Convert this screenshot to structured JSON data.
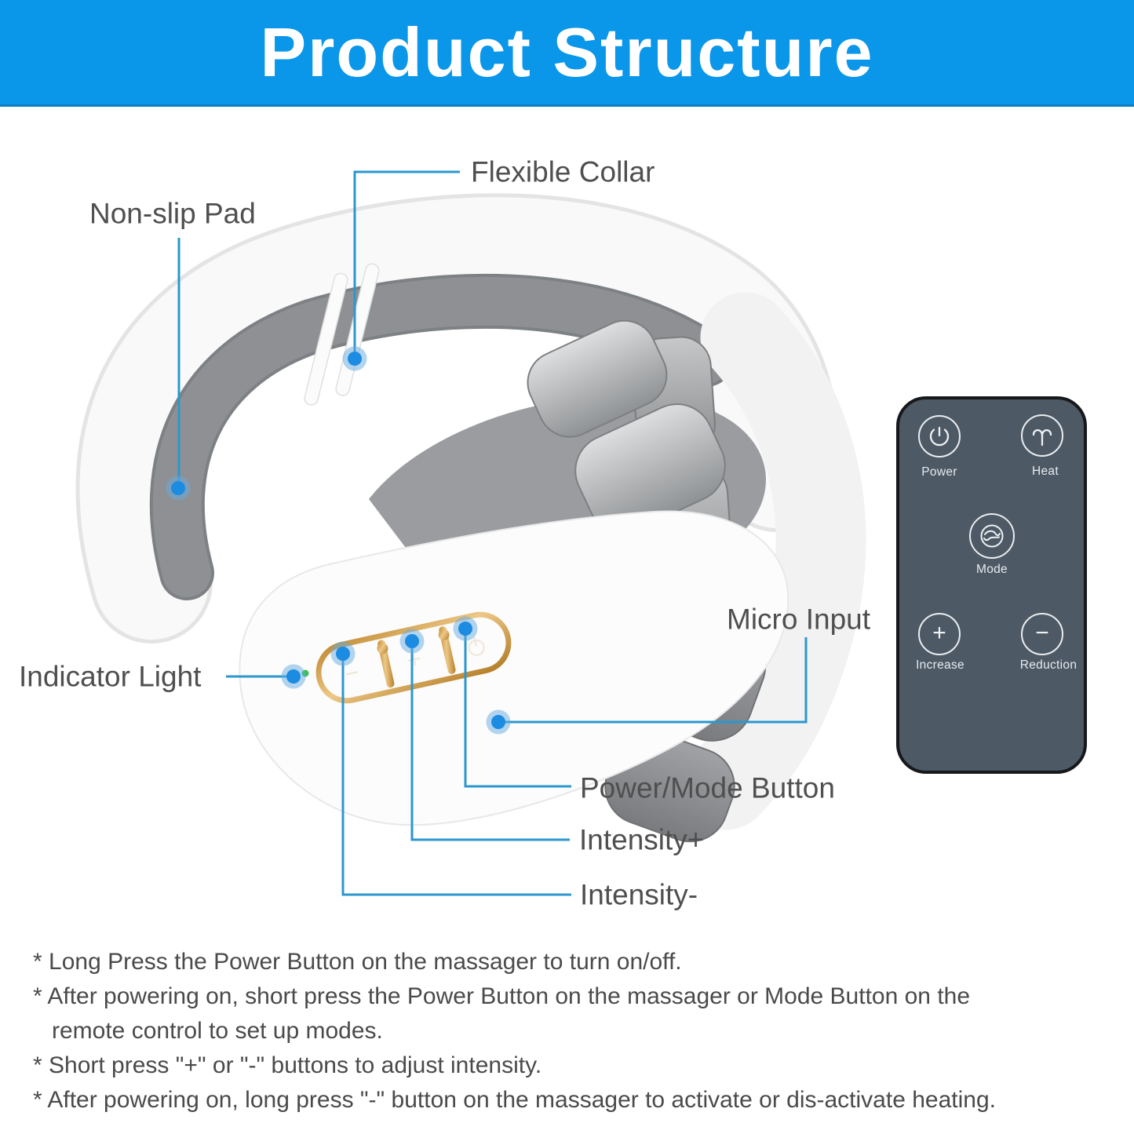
{
  "header": {
    "title": "Product Structure",
    "bg_color": "#0a96e9"
  },
  "labels": {
    "flexible_collar": "Flexible Collar",
    "non_slip_pad": "Non-slip Pad",
    "indicator_light": "Indicator Light",
    "micro_input": "Micro Input",
    "power_mode_button": "Power/Mode Button",
    "intensity_plus": "Intensity+",
    "intensity_minus": "Intensity-"
  },
  "device": {
    "panel_symbols": {
      "minus": "−",
      "plus": "+",
      "power": "power-glyph"
    },
    "indicator_color": "#3bc052",
    "gold_color": "#c08a33"
  },
  "remote": {
    "body_color": "#4d5965",
    "buttons": [
      {
        "name": "power",
        "label": "Power",
        "icon": "power-icon"
      },
      {
        "name": "heat",
        "label": "Heat",
        "icon": "heat-icon"
      },
      {
        "name": "mode",
        "label": "Mode",
        "icon": "mode-icon"
      },
      {
        "name": "increase",
        "label": "Increase",
        "icon": "plus-icon",
        "symbol": "+"
      },
      {
        "name": "reduction",
        "label": "Reduction",
        "icon": "minus-icon",
        "symbol": "−"
      }
    ]
  },
  "notes": {
    "line1": "* Long Press the Power Button on the massager to turn on/off.",
    "line2": "* After powering on, short press the Power Button on the massager or Mode Button on the",
    "line3": "remote control to set up modes.",
    "line4": "* Short press \"+\" or \"-\" buttons to adjust intensity.",
    "line5": "* After powering on, long press \"-\" button on the massager to activate or dis-activate heating."
  },
  "colors": {
    "callout_line": "#2b97cf",
    "marker": "#1b8ce2",
    "label_text": "#4f4f4f",
    "notes_text": "#4a4a4a"
  }
}
